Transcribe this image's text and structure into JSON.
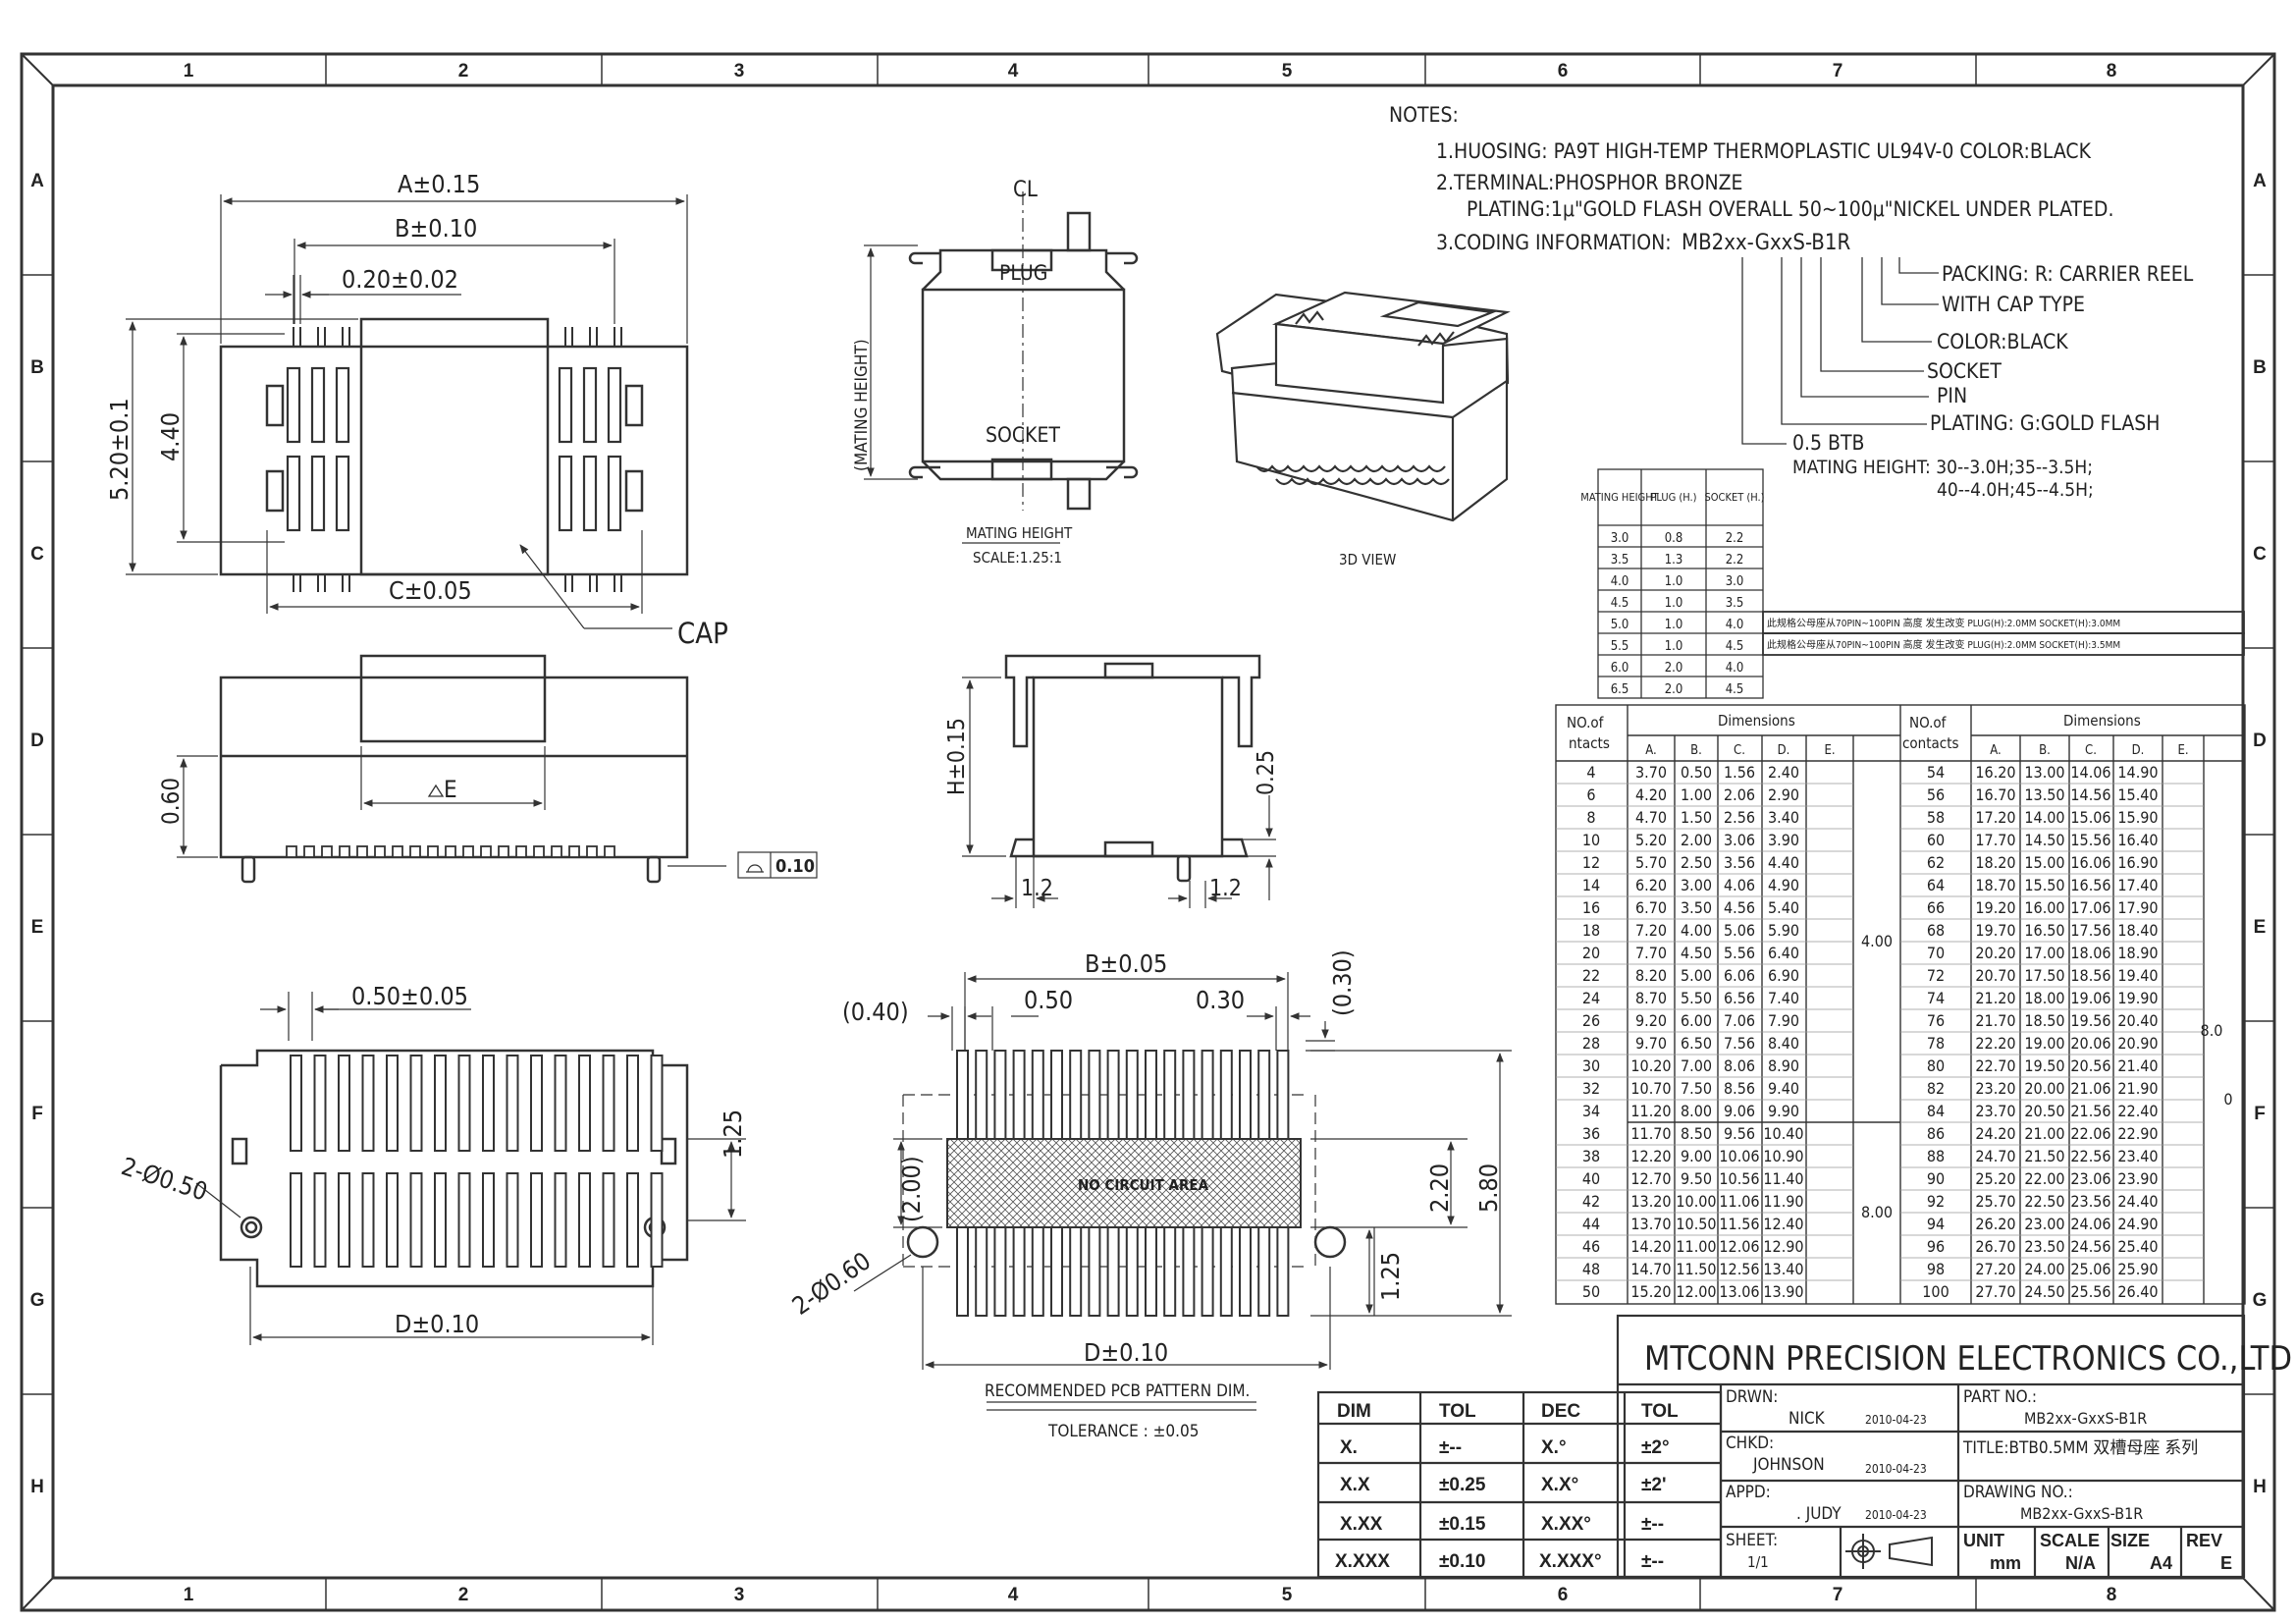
{
  "zones": {
    "columns": [
      "1",
      "2",
      "3",
      "4",
      "5",
      "6",
      "7",
      "8"
    ],
    "rows": [
      "A",
      "B",
      "C",
      "D",
      "E",
      "F",
      "G",
      "H"
    ]
  },
  "notes": {
    "heading": "NOTES:",
    "line1": "1.HUOSING: PA9T HIGH-TEMP THERMOPLASTIC UL94V-0 COLOR:BLACK",
    "line2": "2.TERMINAL:PHOSPHOR BRONZE",
    "line2b": "PLATING:1μ\"GOLD FLASH OVERALL 50~100μ\"NICKEL UNDER PLATED.",
    "line3": "3.CODING INFORMATION:",
    "part_code": "MB2xx-GxxS-B1R",
    "packing": "PACKING: R: CARRIER REEL",
    "cap_type": "WITH CAP TYPE",
    "color": "COLOR:BLACK",
    "socket": "SOCKET",
    "pin": "PIN",
    "plating": "PLATING: G:GOLD FLASH",
    "btb": "0.5 BTB",
    "mating_height": "MATING HEIGHT:  30--3.0H;35--3.5H;",
    "mating_height2": "40--4.0H;45--4.5H;"
  },
  "top_view": {
    "dim_a": "A±0.15",
    "dim_b": "B±0.10",
    "dim_pitch": "0.20±0.02",
    "dim_520": "5.20±0.1",
    "dim_440": "4.40",
    "dim_c": "C±0.05",
    "cap_label": "CAP"
  },
  "mating_view": {
    "centerline": "CL",
    "plug": "PLUG",
    "socket": "SOCKET",
    "height_label": "(MATING HEIGHT)",
    "caption": "MATING HEIGHT",
    "scale": "SCALE:1.25:1"
  },
  "iso_view": {
    "caption": "3D VIEW"
  },
  "side_view": {
    "dim_060": "0.60",
    "dim_e": "E",
    "flatness": "0.10"
  },
  "end_view": {
    "dim_h": "H±0.15",
    "dim_025": "0.25",
    "dim_12a": "1.2",
    "dim_12b": "1.2"
  },
  "bottom_view": {
    "dim_pitch": "0.50±0.05",
    "dim_125": "1.25",
    "holes": "2-Ø0.50",
    "dim_d": "D±0.10"
  },
  "pcb_view": {
    "dim_b": "B±0.05",
    "dim_040": "(0.40)",
    "dim_050": "0.50",
    "dim_030": "0.30",
    "dim_030p": "(0.30)",
    "dim_200": "(2.00)",
    "dim_220": "2.20",
    "dim_580": "5.80",
    "dim_125": "1.25",
    "holes": "2-Ø0.60",
    "no_circuit": "NO CIRCUIT AREA",
    "dim_d": "D±0.10",
    "caption": "RECOMMENDED PCB PATTERN DIM.",
    "tolerance": "TOLERANCE : ±0.05"
  },
  "mating_table": {
    "headers": [
      "MATING HEIGHT",
      "PLUG (H.)",
      "SOCKET (H.)"
    ],
    "rows": [
      [
        "3.0",
        "0.8",
        "2.2"
      ],
      [
        "3.5",
        "1.3",
        "2.2"
      ],
      [
        "4.0",
        "1.0",
        "3.0"
      ],
      [
        "4.5",
        "1.0",
        "3.5"
      ],
      [
        "5.0",
        "1.0",
        "4.0"
      ],
      [
        "5.5",
        "1.0",
        "4.5"
      ],
      [
        "6.0",
        "2.0",
        "4.0"
      ],
      [
        "6.5",
        "2.0",
        "4.5"
      ]
    ],
    "note1": "此规格公母座从70PIN~100PIN 高度 发生改变    PLUG(H):2.0MM SOCKET(H):3.0MM",
    "note2": "此规格公母座从70PIN~100PIN 高度 发生改变    PLUG(H):2.0MM SOCKET(H):3.5MM"
  },
  "dim_table": {
    "no_of": "NO.of",
    "contacts_left": "ntacts",
    "contacts_right": "contacts",
    "dimensions": "Dimensions",
    "cols": [
      "A.",
      "B.",
      "C.",
      "D.",
      "E."
    ],
    "left_rows": [
      [
        "4",
        "3.70",
        "0.50",
        "1.56",
        "2.40"
      ],
      [
        "6",
        "4.20",
        "1.00",
        "2.06",
        "2.90"
      ],
      [
        "8",
        "4.70",
        "1.50",
        "2.56",
        "3.40"
      ],
      [
        "10",
        "5.20",
        "2.00",
        "3.06",
        "3.90"
      ],
      [
        "12",
        "5.70",
        "2.50",
        "3.56",
        "4.40"
      ],
      [
        "14",
        "6.20",
        "3.00",
        "4.06",
        "4.90"
      ],
      [
        "16",
        "6.70",
        "3.50",
        "4.56",
        "5.40"
      ],
      [
        "18",
        "7.20",
        "4.00",
        "5.06",
        "5.90"
      ],
      [
        "20",
        "7.70",
        "4.50",
        "5.56",
        "6.40"
      ],
      [
        "22",
        "8.20",
        "5.00",
        "6.06",
        "6.90"
      ],
      [
        "24",
        "8.70",
        "5.50",
        "6.56",
        "7.40"
      ],
      [
        "26",
        "9.20",
        "6.00",
        "7.06",
        "7.90"
      ],
      [
        "28",
        "9.70",
        "6.50",
        "7.56",
        "8.40"
      ],
      [
        "30",
        "10.20",
        "7.00",
        "8.06",
        "8.90"
      ],
      [
        "32",
        "10.70",
        "7.50",
        "8.56",
        "9.40"
      ],
      [
        "34",
        "11.20",
        "8.00",
        "9.06",
        "9.90"
      ],
      [
        "36",
        "11.70",
        "8.50",
        "9.56",
        "10.40"
      ],
      [
        "38",
        "12.20",
        "9.00",
        "10.06",
        "10.90"
      ],
      [
        "40",
        "12.70",
        "9.50",
        "10.56",
        "11.40"
      ],
      [
        "42",
        "13.20",
        "10.00",
        "11.06",
        "11.90"
      ],
      [
        "44",
        "13.70",
        "10.50",
        "11.56",
        "12.40"
      ],
      [
        "46",
        "14.20",
        "11.00",
        "12.06",
        "12.90"
      ],
      [
        "48",
        "14.70",
        "11.50",
        "12.56",
        "13.40"
      ],
      [
        "50",
        "15.20",
        "12.00",
        "13.06",
        "13.90"
      ]
    ],
    "left_e1": "4.00",
    "left_e2": "8.00",
    "right_rows": [
      [
        "54",
        "16.20",
        "13.00",
        "14.06",
        "14.90"
      ],
      [
        "56",
        "16.70",
        "13.50",
        "14.56",
        "15.40"
      ],
      [
        "58",
        "17.20",
        "14.00",
        "15.06",
        "15.90"
      ],
      [
        "60",
        "17.70",
        "14.50",
        "15.56",
        "16.40"
      ],
      [
        "62",
        "18.20",
        "15.00",
        "16.06",
        "16.90"
      ],
      [
        "64",
        "18.70",
        "15.50",
        "16.56",
        "17.40"
      ],
      [
        "66",
        "19.20",
        "16.00",
        "17.06",
        "17.90"
      ],
      [
        "68",
        "19.70",
        "16.50",
        "17.56",
        "18.40"
      ],
      [
        "70",
        "20.20",
        "17.00",
        "18.06",
        "18.90"
      ],
      [
        "72",
        "20.70",
        "17.50",
        "18.56",
        "19.40"
      ],
      [
        "74",
        "21.20",
        "18.00",
        "19.06",
        "19.90"
      ],
      [
        "76",
        "21.70",
        "18.50",
        "19.56",
        "20.40"
      ],
      [
        "78",
        "22.20",
        "19.00",
        "20.06",
        "20.90"
      ],
      [
        "80",
        "22.70",
        "19.50",
        "20.56",
        "21.40"
      ],
      [
        "82",
        "23.20",
        "20.00",
        "21.06",
        "21.90"
      ],
      [
        "84",
        "23.70",
        "20.50",
        "21.56",
        "22.40"
      ],
      [
        "86",
        "24.20",
        "21.00",
        "22.06",
        "22.90"
      ],
      [
        "88",
        "24.70",
        "21.50",
        "22.56",
        "23.40"
      ],
      [
        "90",
        "25.20",
        "22.00",
        "23.06",
        "23.90"
      ],
      [
        "92",
        "25.70",
        "22.50",
        "23.56",
        "24.40"
      ],
      [
        "94",
        "26.20",
        "23.00",
        "24.06",
        "24.90"
      ],
      [
        "96",
        "26.70",
        "23.50",
        "24.56",
        "25.40"
      ],
      [
        "98",
        "27.20",
        "24.00",
        "25.06",
        "25.90"
      ],
      [
        "100",
        "27.70",
        "24.50",
        "25.56",
        "26.40"
      ]
    ],
    "right_e1": "8.0",
    "right_e2": "0"
  },
  "tol_table": {
    "headers": [
      "DIM",
      "TOL",
      "DEC",
      "TOL"
    ],
    "rows": [
      [
        "X.",
        "±--",
        "X.°",
        "±2°"
      ],
      [
        "X.X",
        "±0.25",
        "X.X°",
        "±2'"
      ],
      [
        "X.XX",
        "±0.15",
        "X.XX°",
        "±--"
      ],
      [
        "X.XXX",
        "±0.10",
        "X.XXX°",
        "±--"
      ]
    ]
  },
  "title_block": {
    "company": "MTCONN PRECISION ELECTRONICS CO.,LTD",
    "drwn_label": "DRWN:",
    "drwn_name": "NICK",
    "drwn_date": "2010-04-23",
    "chkd_label": "CHKD:",
    "chkd_name": "JOHNSON",
    "chkd_date": "2010-04-23",
    "appd_label": "APPD:",
    "appd_name": ". JUDY",
    "appd_date": "2010-04-23",
    "sheet_label": "SHEET:",
    "sheet_value": "1/1",
    "part_label": "PART NO.:",
    "part_value": "MB2xx-GxxS-B1R",
    "title": "TITLE:BTB0.5MM 双槽母座 系列",
    "drawing_label": "DRAWING NO.:",
    "drawing_value": "MB2xx-GxxS-B1R",
    "unit_label": "UNIT",
    "unit_value": "mm",
    "scale_label": "SCALE",
    "scale_value": "N/A",
    "size_label": "SIZE",
    "size_value": "A4",
    "rev_label": "REV",
    "rev_value": "E"
  }
}
